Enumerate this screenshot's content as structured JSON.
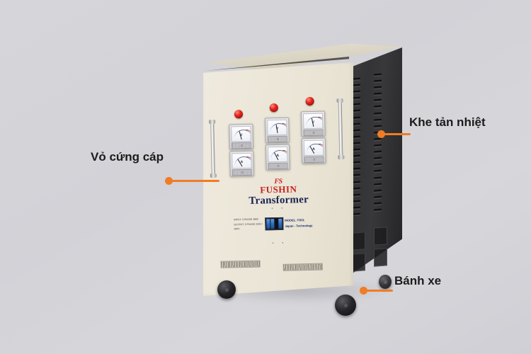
{
  "background": {
    "color_top": "#d6d6da",
    "color_bottom": "#cfcfd5"
  },
  "accent_color": "#f07c25",
  "product": {
    "brand_mark": "FS",
    "brand_name": "FUSHIN",
    "product_type": "Transformer",
    "body_color": "#eae4d5",
    "side_panel_color": "#303032",
    "spec_plate": {
      "input_line": "INPUT: 3 PHASE  380V",
      "output_line": "OUTPUT: 3 PHASE  220V / 200V",
      "model_line": "MODEL: FS01",
      "origin_line": "Japan - Technology"
    },
    "indicator_lamps": [
      {
        "name": "phase-l1-lamp",
        "color": "#e5231c"
      },
      {
        "name": "phase-l2-lamp",
        "color": "#e5231c"
      },
      {
        "name": "phase-l3-lamp",
        "color": "#e5231c"
      }
    ],
    "meters": [
      {
        "name": "voltmeter-l1",
        "unit": "V"
      },
      {
        "name": "voltmeter-l2",
        "unit": "V"
      },
      {
        "name": "voltmeter-l3",
        "unit": "V"
      },
      {
        "name": "ammeter-l1",
        "unit": "A"
      },
      {
        "name": "ammeter-l2",
        "unit": "A"
      },
      {
        "name": "ammeter-l3",
        "unit": "A"
      }
    ],
    "handles": [
      {
        "name": "door-handle-left"
      },
      {
        "name": "door-handle-right"
      }
    ],
    "wheels": [
      {
        "name": "caster-wheel-left"
      },
      {
        "name": "caster-wheel-front"
      },
      {
        "name": "caster-wheel-rear"
      }
    ]
  },
  "callouts": [
    {
      "id": "callout-vo-cung-cap",
      "label": "Vỏ cứng cáp",
      "target": "cabinet-housing",
      "side": "left"
    },
    {
      "id": "callout-khe-tan-nhiet",
      "label": "Khe tản nhiệt",
      "target": "side-ventilation-slots",
      "side": "right"
    },
    {
      "id": "callout-banh-xe",
      "label": "Bánh xe",
      "target": "caster-wheel-front",
      "side": "right"
    }
  ]
}
